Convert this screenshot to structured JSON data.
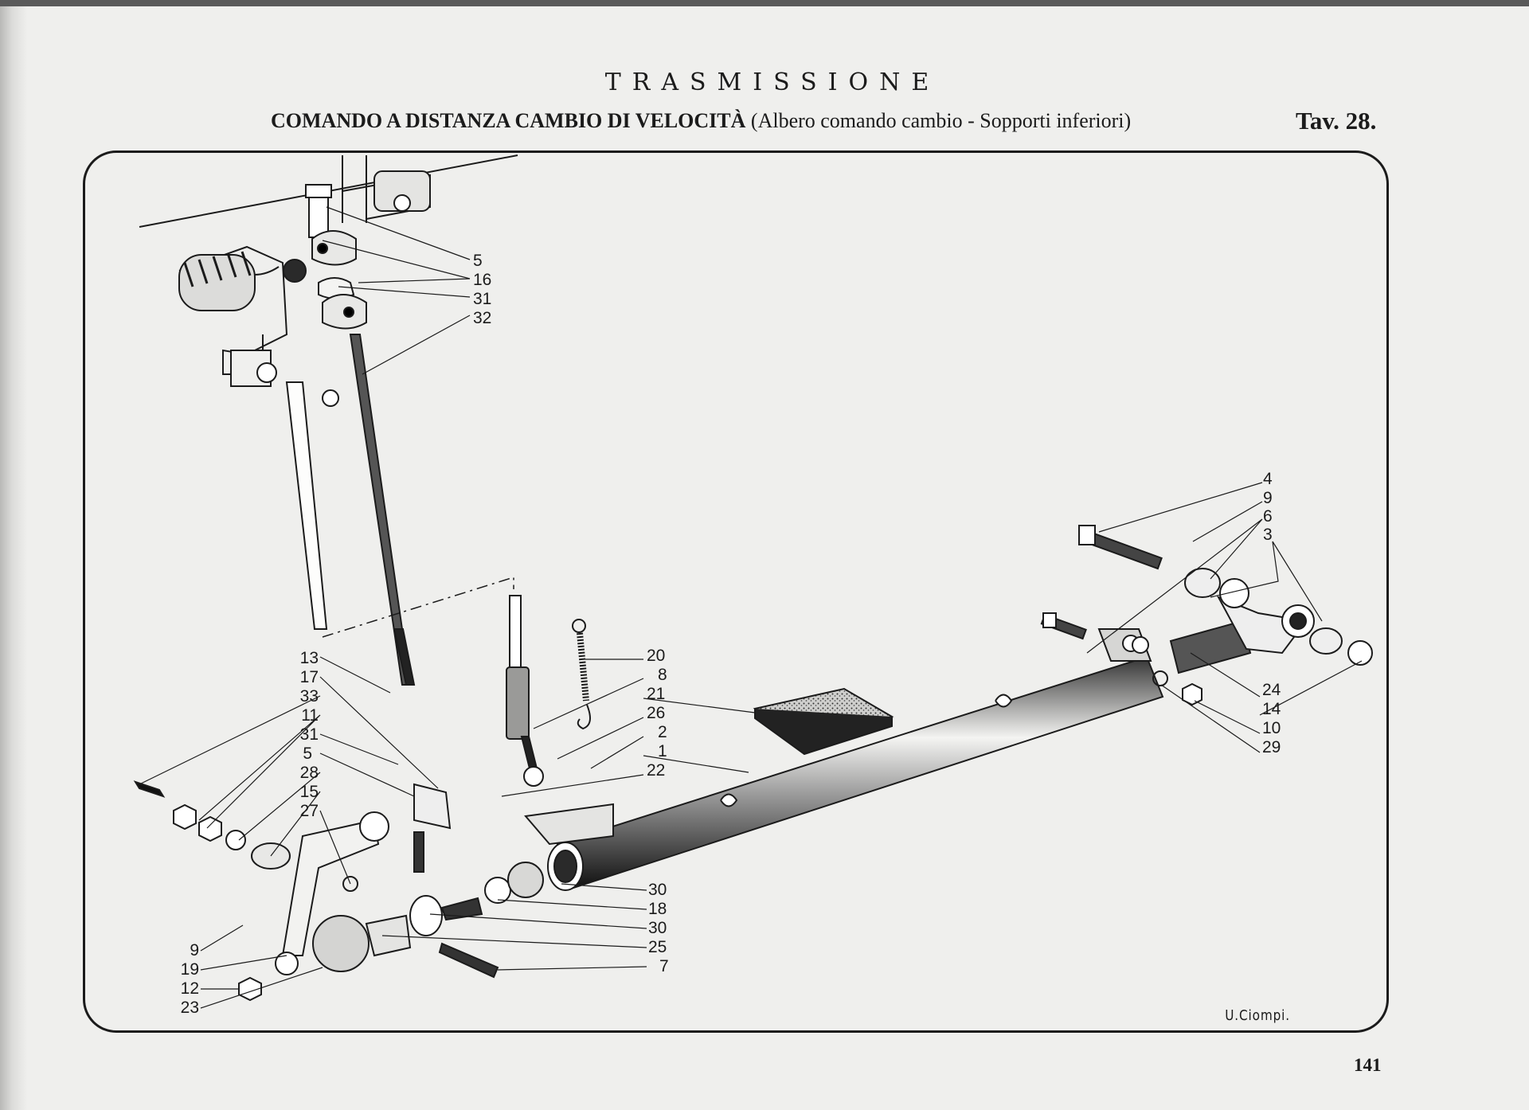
{
  "header": {
    "section_title": "TRASMISSIONE",
    "subtitle_main": "COMANDO A DISTANZA CAMBIO DI VELOCITÀ",
    "subtitle_detail": "(Albero comando cambio - Sopporti inferiori)",
    "plate_number": "Tav. 28."
  },
  "callouts": {
    "top_group": [
      "5",
      "16",
      "31",
      "32"
    ],
    "right_upper_group": [
      "4",
      "9",
      "6",
      "3"
    ],
    "center_group": [
      "20",
      "8",
      "21",
      "26",
      "2",
      "1",
      "22"
    ],
    "right_lower_group": [
      "24",
      "14",
      "10",
      "29"
    ],
    "left_group": [
      "13",
      "17",
      "33",
      "11",
      "31",
      "5",
      "28",
      "15",
      "27"
    ],
    "bottom_center_group": [
      "30",
      "18",
      "30",
      "25",
      "7"
    ],
    "bottom_left_group": [
      "9",
      "19",
      "12",
      "23"
    ]
  },
  "signature": "U.Ciompi.",
  "page_number": "141"
}
